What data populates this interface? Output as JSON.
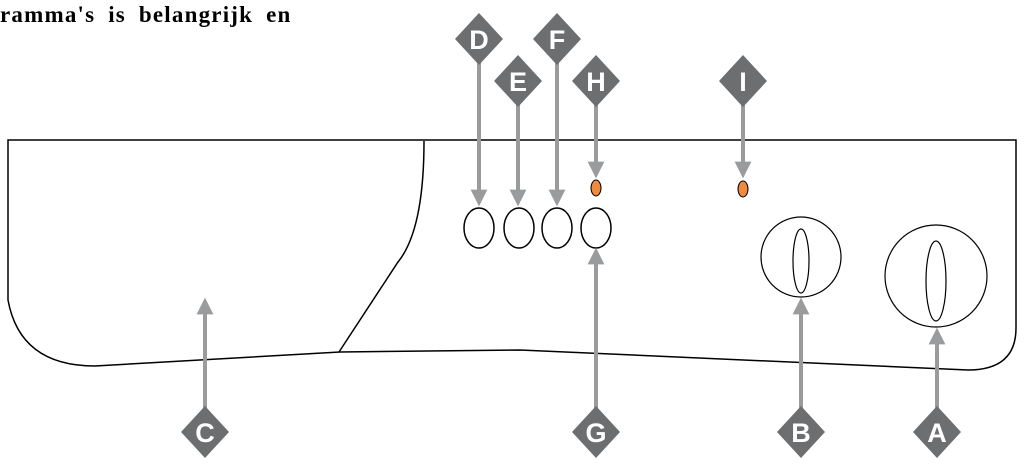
{
  "header": {
    "text": "ramma's is belangrijk en"
  },
  "colors": {
    "callout_fill": "#6d6e70",
    "arrow": "#9a9b9d",
    "outline": "#000000",
    "indicator": "#f08a3c"
  },
  "callouts": [
    {
      "letter": "A",
      "target": "right-knob"
    },
    {
      "letter": "B",
      "target": "left-knob"
    },
    {
      "letter": "C",
      "target": "detergent-drawer"
    },
    {
      "letter": "D",
      "target": "button-1"
    },
    {
      "letter": "E",
      "target": "button-2"
    },
    {
      "letter": "F",
      "target": "button-3"
    },
    {
      "letter": "G",
      "target": "button-4"
    },
    {
      "letter": "H",
      "target": "indicator-light-1"
    },
    {
      "letter": "I",
      "target": "indicator-light-2"
    }
  ]
}
